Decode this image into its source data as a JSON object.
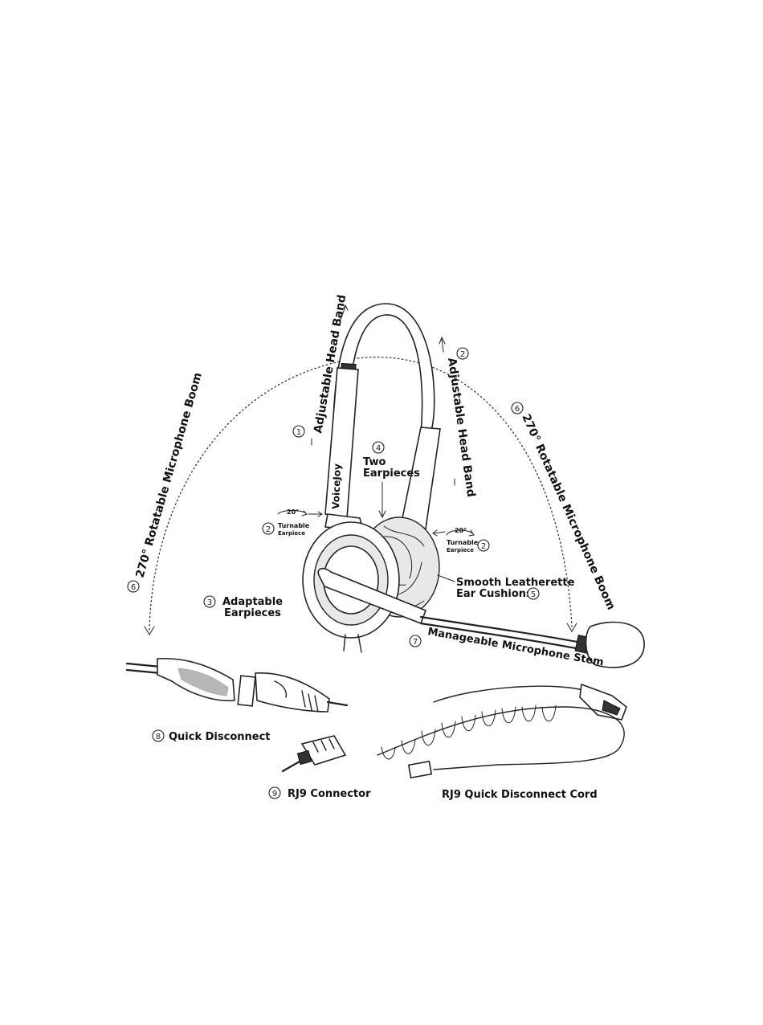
{
  "labels": {
    "head_band_left": "Adjustable Head Band",
    "head_band_right": "Adjustable Head Band",
    "boom_left": "270° Rotatable Microphone Boom",
    "boom_right": "270° Rotatable Microphone Boom",
    "two_earpieces_line1": "Two",
    "two_earpieces_line2": "Earpieces",
    "turnable_left_angle": "20°",
    "turnable_left_line1": "Turnable",
    "turnable_left_line2": "Earpiece",
    "turnable_right_angle": "20°",
    "turnable_right_line1": "Turnable",
    "turnable_right_line2": "Earpiece",
    "adaptable_line1": "Adaptable",
    "adaptable_line2": "Earpieces",
    "cushions_line1": "Smooth Leatherette",
    "cushions_line2": "Ear Cushions",
    "mic_stem": "Manageable Microphone Stem",
    "quick_disconnect": "Quick Disconnect",
    "rj9_connector": "RJ9 Connector",
    "rj9_cord": "RJ9 Quick Disconnect Cord",
    "brand_mark": "VoiceJoy"
  },
  "numbers": {
    "n1": "1",
    "n2a": "2",
    "n2b": "2",
    "n2c": "2",
    "n3": "3",
    "n4": "4",
    "n5": "5",
    "n6a": "6",
    "n6b": "6",
    "n7": "7",
    "n8": "8",
    "n9": "9"
  }
}
